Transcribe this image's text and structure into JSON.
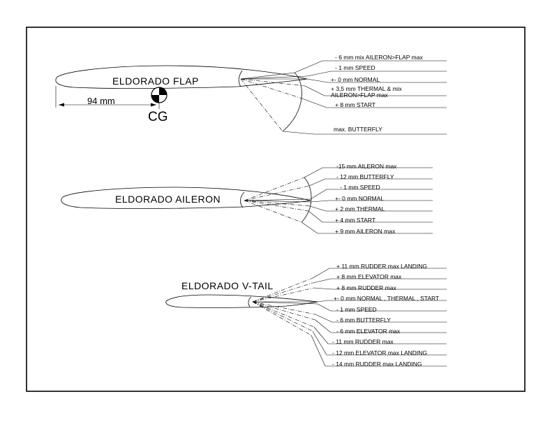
{
  "flap": {
    "title": "ELDORADO  FLAP",
    "cg_label": "CG",
    "dimension": "94 mm",
    "labels": [
      "- 6 mm  mix AILERON>FLAP max",
      "- 1 mm SPEED",
      "+- 0 mm NORMAL",
      "+ 3,5 mm THERMAL & mix",
      "AILERON>FLAP max",
      "+ 8 mm START",
      "max. BUTTERFLY"
    ]
  },
  "aileron": {
    "title": "ELDORADO  AILERON",
    "labels": [
      "-15 mm AILERON max",
      "- 12 mm BUTTERFLY",
      "- 1 mm SPEED",
      "+- 0 mm NORMAL",
      "+ 2 mm THERMAL",
      "+ 4 mm START",
      "+ 9 mm AILERON max"
    ]
  },
  "vtail": {
    "title": "ELDORADO  V-TAIL",
    "labels": [
      "+ 11 mm RUDDER  max  LANDING",
      "+ 8 mm ELEVATOR max",
      "+ 8 mm RUDDER max",
      "+- 0 mm NORMAL , THERMAL , START",
      "- 1 mm SPEED",
      "- 6 mm BUTTERFLY",
      "- 6 mm  ELEVATOR  max",
      "- 11 mm RUDDER max",
      "- 12 mm  ELEVATOR  max  LANDING",
      "- 14 mm RUDDER  max  LANDING"
    ]
  }
}
